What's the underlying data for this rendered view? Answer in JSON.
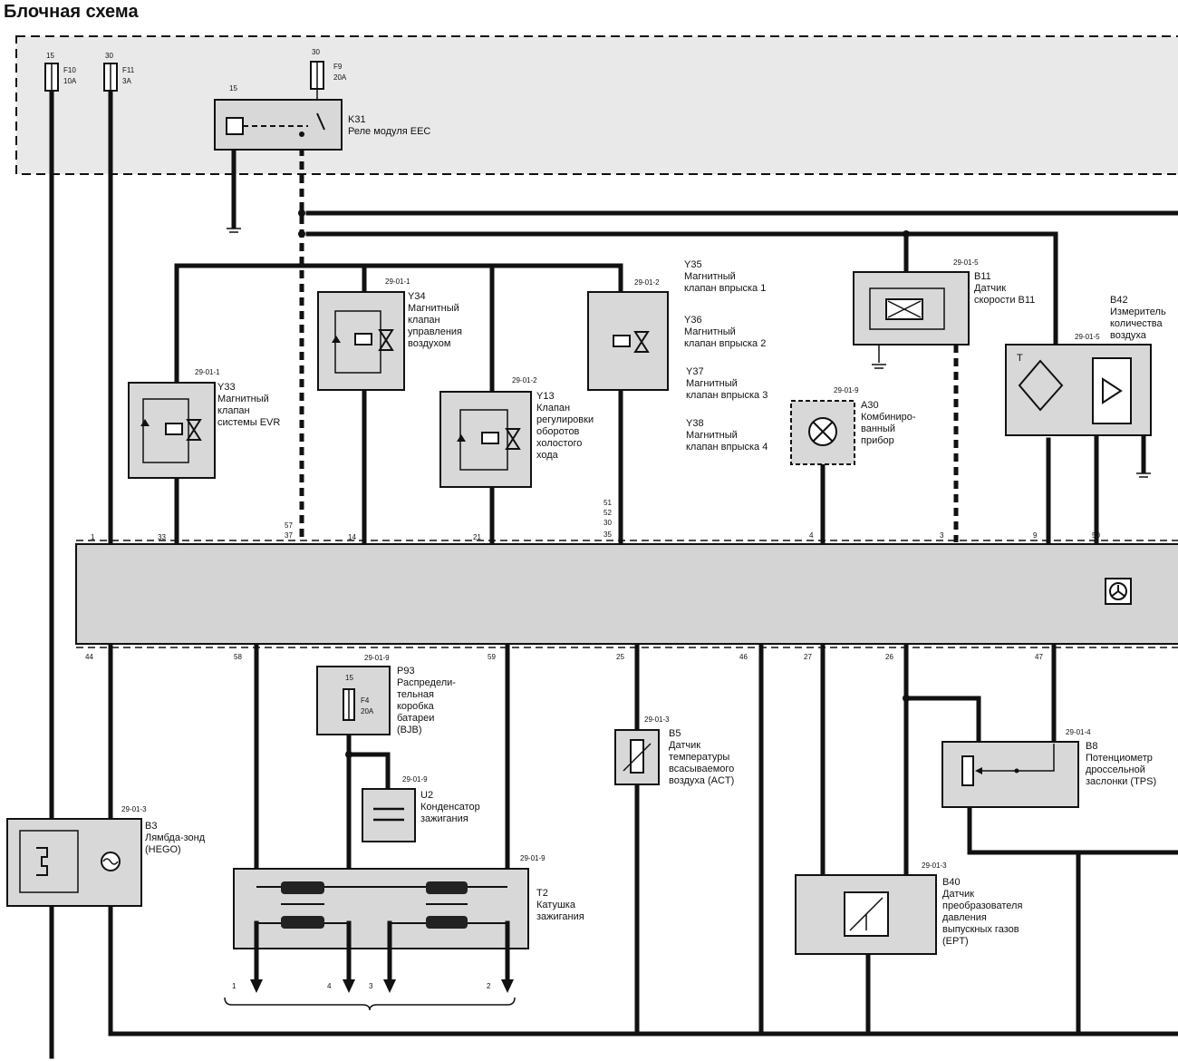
{
  "title": "Блочная схема",
  "fuses": [
    {
      "pin": "15",
      "name": "F10",
      "rating": "10A"
    },
    {
      "pin": "30",
      "name": "F11",
      "rating": "3A"
    },
    {
      "pin": "30",
      "name": "F9",
      "rating": "20A"
    }
  ],
  "relay": {
    "pin": "15",
    "code": "K31",
    "name": "Реле модуля EEC"
  },
  "components": {
    "y33": {
      "ref": "29-01-1",
      "code": "Y33",
      "lines": [
        "Магнитный",
        "клапан",
        "системы EVR"
      ]
    },
    "y34": {
      "ref": "29-01-1",
      "code": "Y34",
      "lines": [
        "Магнитный",
        "клапан",
        "управления",
        "воздухом"
      ]
    },
    "y13": {
      "ref": "29-01-2",
      "code": "Y13",
      "lines": [
        "Клапан",
        "регулировки",
        "оборотов",
        "холостого",
        "хода"
      ]
    },
    "y35": {
      "ref": "29-01-2",
      "code": "Y35",
      "lines": [
        "Магнитный",
        "клапан впрыска 1"
      ]
    },
    "y36": {
      "code": "Y36",
      "lines": [
        "Магнитный",
        "клапан впрыска 2"
      ]
    },
    "y37": {
      "code": "Y37",
      "lines": [
        "Магнитный",
        "клапан впрыска 3"
      ]
    },
    "y38": {
      "code": "Y38",
      "lines": [
        "Магнитный",
        "клапан впрыска 4"
      ]
    },
    "b11": {
      "ref": "29-01-5",
      "code": "B11",
      "lines": [
        "Датчик",
        "скорости B11"
      ]
    },
    "a30": {
      "ref": "29-01-9",
      "code": "A30",
      "lines": [
        "Комбиниро-",
        "ванный",
        "прибор"
      ]
    },
    "b42": {
      "ref": "29-01-5",
      "code": "B42",
      "lines": [
        "Измеритель",
        "количества",
        "воздуха"
      ]
    },
    "b3": {
      "ref": "29-01-3",
      "code": "B3",
      "lines": [
        "Лямбда-зонд",
        "(HEGO)"
      ]
    },
    "p93": {
      "ref": "29-01-9",
      "code": "P93",
      "lines": [
        "Распредели-",
        "тельная",
        "коробка",
        "батареи",
        "(BJB)"
      ],
      "fuse_pin": "15",
      "fuse": "F4",
      "fuse_rating": "20A"
    },
    "u2": {
      "ref": "29-01-9",
      "code": "U2",
      "lines": [
        "Конденсатор",
        "зажигания"
      ]
    },
    "t2": {
      "ref": "29-01-9",
      "code": "T2",
      "lines": [
        "Катушка",
        "зажигания"
      ]
    },
    "b5": {
      "ref": "29-01-3",
      "code": "B5",
      "lines": [
        "Датчик",
        "температуры",
        "всасываемого",
        "воздуха (ACT)"
      ]
    },
    "b8": {
      "ref": "29-01-4",
      "code": "B8",
      "lines": [
        "Потенциометр",
        "дроссельной",
        "заслонки (TPS)"
      ]
    },
    "b40": {
      "ref": "29-01-3",
      "code": "B40",
      "lines": [
        "Датчик",
        "преобразователя",
        "давления",
        "выпускных газов",
        "(EPT)"
      ]
    }
  },
  "top_pins": [
    "1",
    "33",
    "57",
    "37",
    "14",
    "21",
    "51",
    "52",
    "30",
    "35",
    "4",
    "3",
    "9",
    "50"
  ],
  "bottom_pins": [
    "44",
    "58",
    "59",
    "25",
    "46",
    "27",
    "26",
    "47"
  ],
  "coil_outputs": [
    "1",
    "4",
    "3",
    "2"
  ],
  "b42_symbol": "T"
}
